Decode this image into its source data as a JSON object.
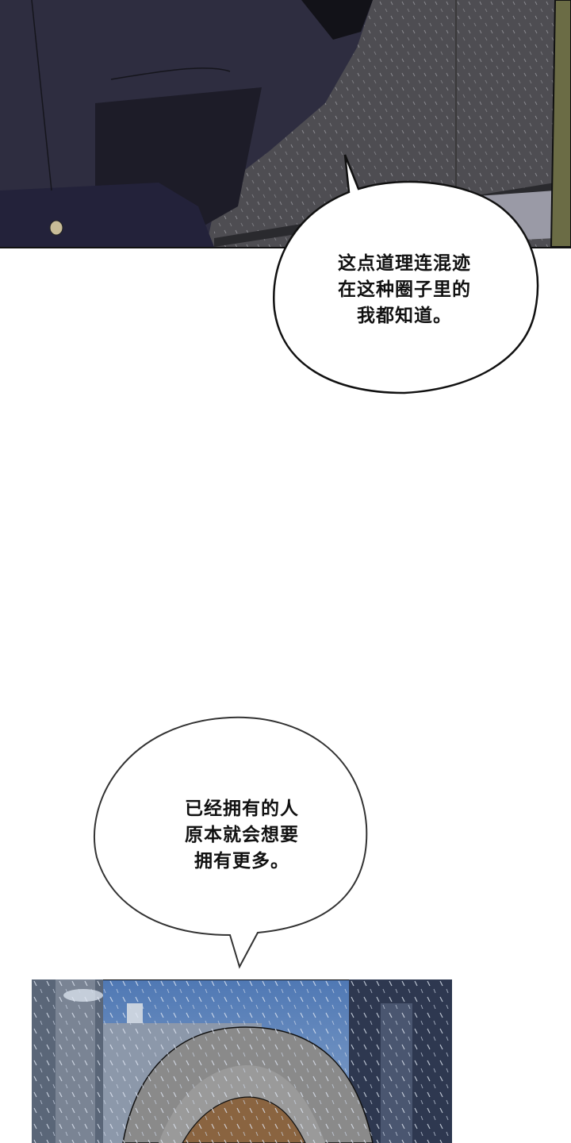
{
  "comic": {
    "panels": [
      {
        "id": "panel-top",
        "description": "Dark navy-coated figure in rain against grey wall",
        "colors": {
          "coat": "#2c2b3c",
          "wall": "#4e4d52",
          "accent_right": "#6b6c45"
        }
      },
      {
        "id": "panel-bottom",
        "description": "Hooded figure with brown hair under rainy city sky",
        "colors": {
          "sky": "#5f84b8",
          "hood": "#8a8a8a",
          "hair": "#8a6440",
          "buildings": "#3c4a66"
        }
      }
    ],
    "bubbles": [
      {
        "id": "bubble-1",
        "lines": [
          "这点道理连混迹",
          "在这种圈子里的",
          "我都知道。"
        ],
        "text": "这点道理连混迹\n在这种圈子里的\n我都知道。"
      },
      {
        "id": "bubble-2",
        "lines": [
          "已经拥有的人",
          "原本就会想要",
          "拥有更多。"
        ],
        "text": "已经拥有的人\n原本就会想要\n拥有更多。"
      }
    ]
  }
}
